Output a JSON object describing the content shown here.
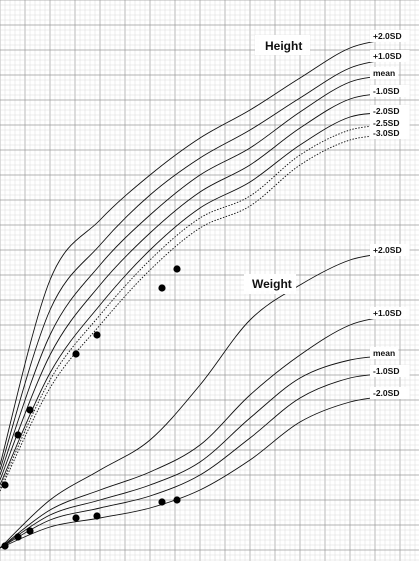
{
  "chart_data": [
    {
      "type": "line",
      "title": "Height",
      "grid": true,
      "series": [
        {
          "name": "+2.0SD",
          "x": [
            0,
            50,
            100,
            150,
            200,
            250,
            300,
            350,
            397
          ],
          "values": [
            465,
            280,
            220,
            175,
            138,
            110,
            78,
            48,
            38
          ]
        },
        {
          "name": "+1.0SD",
          "x": [
            0,
            50,
            100,
            150,
            200,
            250,
            300,
            350,
            397
          ],
          "values": [
            470,
            310,
            245,
            195,
            158,
            130,
            98,
            68,
            58
          ]
        },
        {
          "name": "mean",
          "x": [
            0,
            50,
            100,
            150,
            200,
            250,
            300,
            350,
            397
          ],
          "values": [
            475,
            335,
            265,
            215,
            175,
            148,
            112,
            82,
            75
          ]
        },
        {
          "name": "-1.0SD",
          "x": [
            0,
            50,
            100,
            150,
            200,
            250,
            300,
            350,
            397
          ],
          "values": [
            480,
            355,
            285,
            233,
            192,
            165,
            128,
            99,
            93
          ]
        },
        {
          "name": "-2.0SD",
          "x": [
            0,
            50,
            100,
            150,
            200,
            250,
            300,
            350,
            397
          ],
          "values": [
            485,
            373,
            305,
            250,
            208,
            182,
            145,
            117,
            113
          ]
        },
        {
          "name": "-2.5SD",
          "x": [
            0,
            50,
            100,
            150,
            200,
            250,
            300,
            350,
            397
          ],
          "values": [
            488,
            380,
            315,
            260,
            218,
            196,
            155,
            130,
            125
          ]
        },
        {
          "name": "-3.0SD",
          "x": [
            0,
            50,
            100,
            150,
            200,
            250,
            300,
            350,
            397
          ],
          "values": [
            491,
            388,
            325,
            270,
            228,
            206,
            165,
            140,
            135
          ]
        }
      ],
      "points": {
        "x": [
          5,
          18,
          30,
          76,
          97,
          162,
          177
        ],
        "y": [
          485,
          435,
          410,
          354,
          335,
          288,
          269
        ]
      }
    },
    {
      "type": "line",
      "title": "Weight",
      "grid": true,
      "series": [
        {
          "name": "+2.0SD",
          "x": [
            0,
            50,
            100,
            150,
            200,
            250,
            300,
            350,
            397
          ],
          "values": [
            548,
            500,
            470,
            440,
            385,
            320,
            285,
            260,
            252
          ]
        },
        {
          "name": "+1.0SD",
          "x": [
            0,
            50,
            100,
            150,
            200,
            250,
            300,
            350,
            397
          ],
          "values": [
            548,
            510,
            490,
            472,
            445,
            395,
            355,
            325,
            315
          ]
        },
        {
          "name": "mean",
          "x": [
            0,
            50,
            100,
            150,
            200,
            250,
            300,
            350,
            397
          ],
          "values": [
            548,
            515,
            500,
            485,
            462,
            418,
            378,
            360,
            355
          ]
        },
        {
          "name": "-1.0SD",
          "x": [
            0,
            50,
            100,
            150,
            200,
            250,
            300,
            350,
            397
          ],
          "values": [
            548,
            520,
            508,
            496,
            475,
            438,
            398,
            378,
            373
          ]
        },
        {
          "name": "-2.0SD",
          "x": [
            0,
            50,
            100,
            150,
            200,
            250,
            300,
            350,
            397
          ],
          "values": [
            548,
            527,
            518,
            508,
            490,
            460,
            422,
            402,
            395
          ]
        }
      ],
      "points": {
        "x": [
          5,
          18,
          30,
          76,
          97,
          162,
          177
        ],
        "y": [
          546,
          537,
          531,
          518,
          516,
          502,
          500
        ]
      }
    }
  ],
  "style": {
    "grid_minor_color": "#d3d3d3",
    "grid_major_color": "#9a9a9a",
    "line_color": "#111111",
    "point_color": "#000000"
  }
}
